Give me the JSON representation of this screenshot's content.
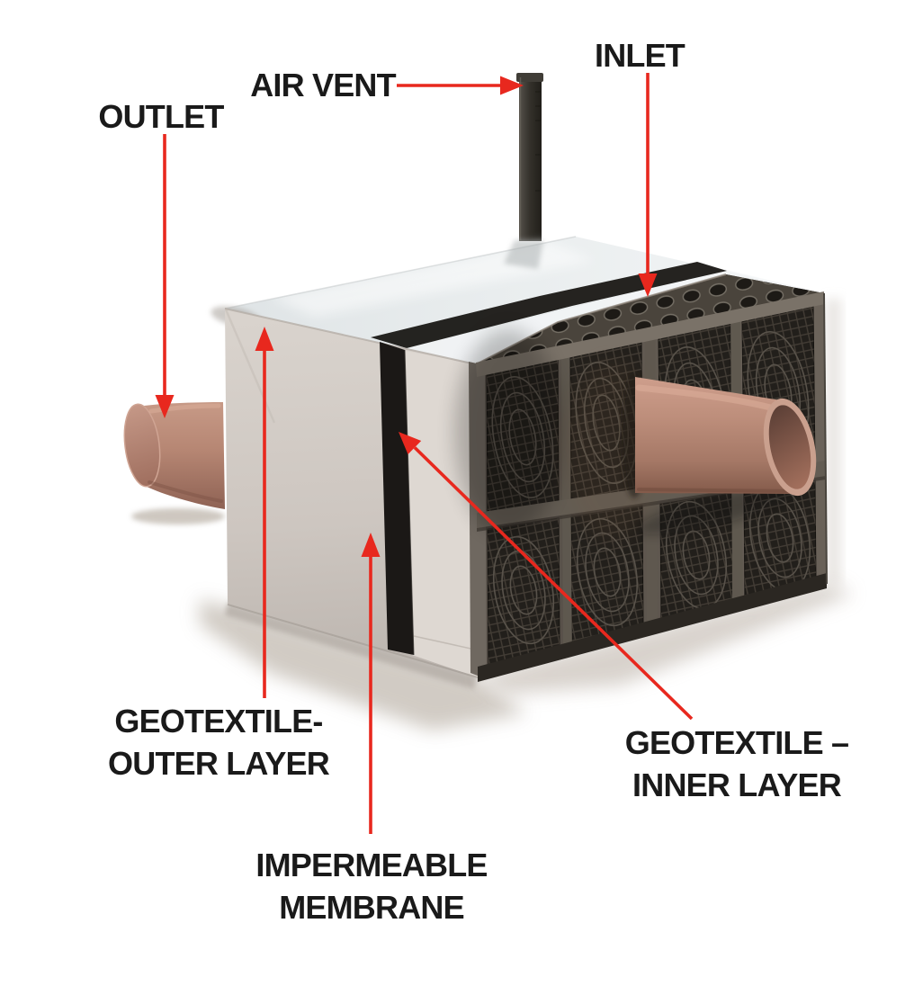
{
  "diagram": {
    "labels": {
      "outlet": "OUTLET",
      "air_vent": "AIR VENT",
      "inlet": "INLET",
      "geotextile_outer_line1": "GEOTEXTILE-",
      "geotextile_outer_line2": "OUTER LAYER",
      "impermeable_membrane_line1": "IMPERMEABLE",
      "impermeable_membrane_line2": "MEMBRANE",
      "geotextile_inner_line1": "GEOTEXTILE –",
      "geotextile_inner_line2": "INNER LAYER"
    },
    "colors": {
      "arrow_red": "#e8281e",
      "label_text": "#1a1a1a",
      "background": "#ffffff",
      "geotextile_wrap_white": "#d2cbc5",
      "tank_top_white": "#e9edee",
      "membrane_black": "#1b1816",
      "crate_frame_gray": "#6e675e",
      "crate_cell_dark": "#221f1b",
      "pipe_terracotta": "#b98a77"
    }
  }
}
